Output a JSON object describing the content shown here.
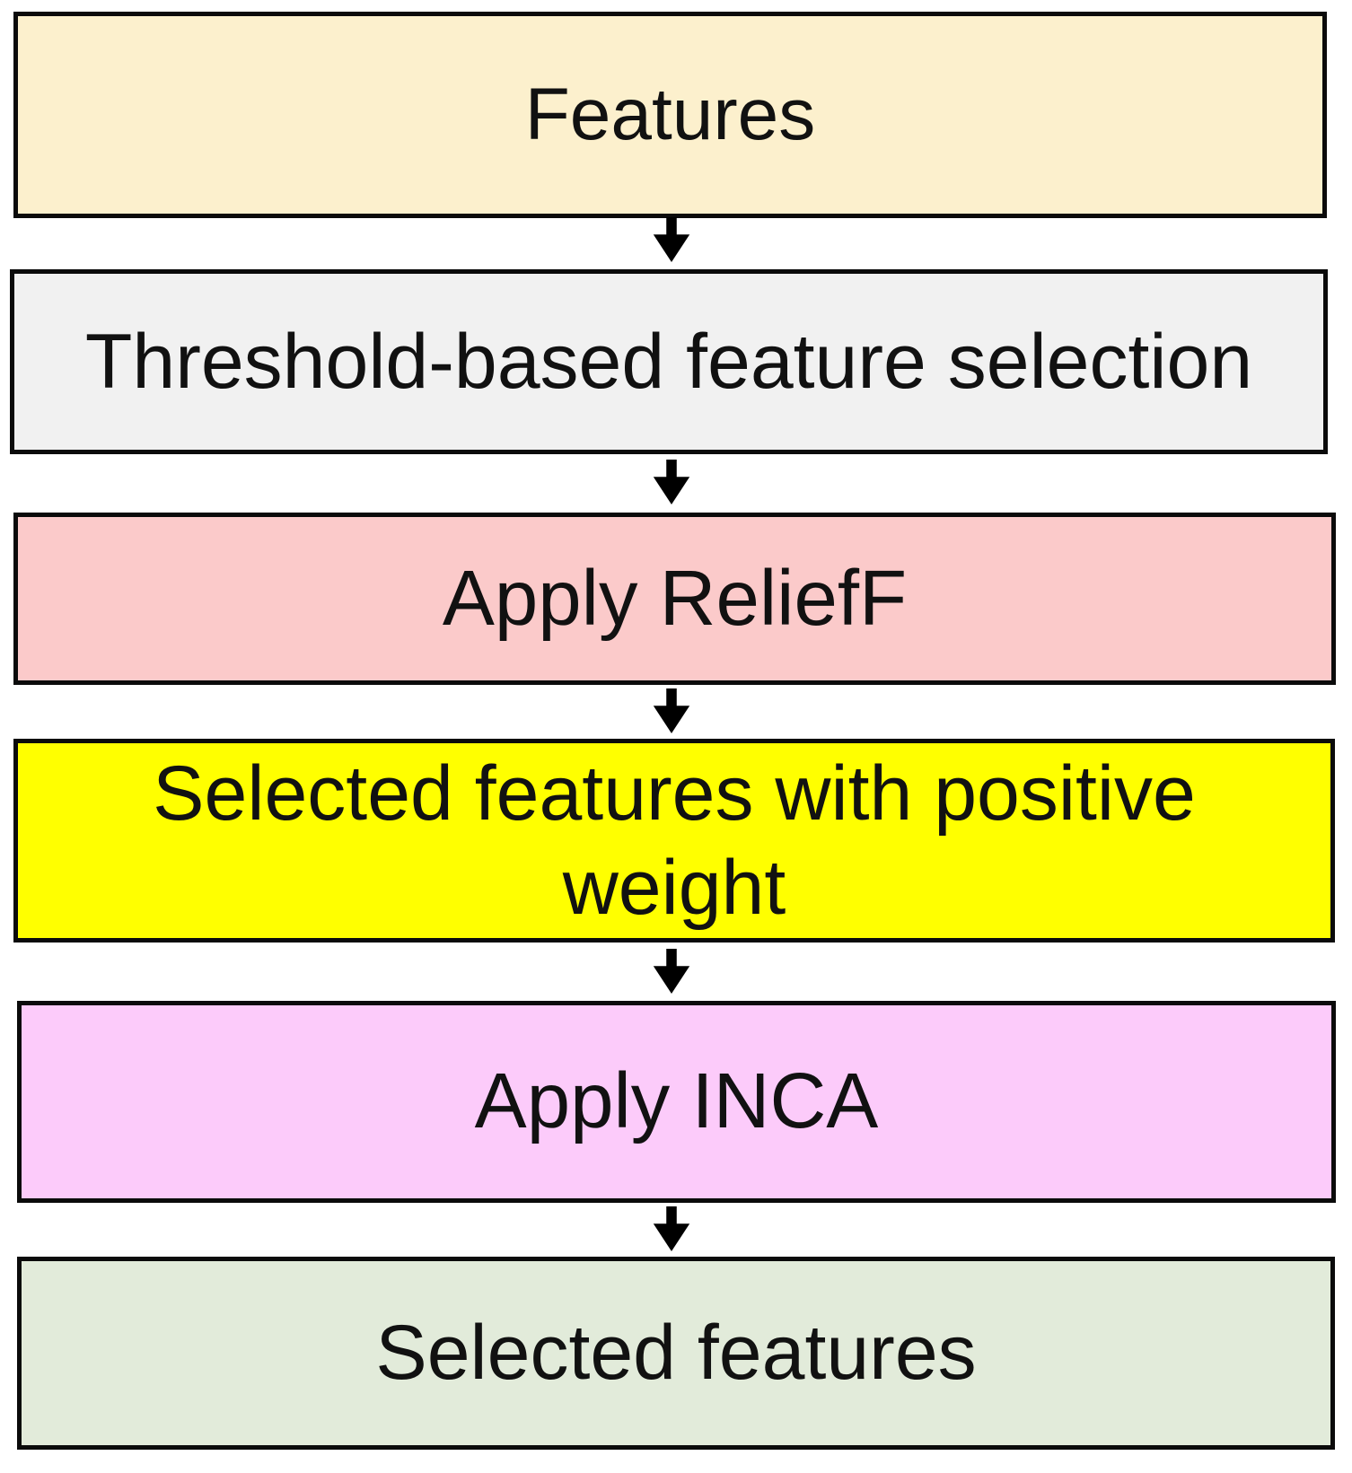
{
  "diagram": {
    "background": "#ffffff",
    "border_color": "#0b0b0b",
    "text_color": "#111111",
    "arrow": {
      "icon": "down-arrow-icon",
      "color": "#000000",
      "count": 5
    },
    "boxes": [
      {
        "id": "features",
        "label": "Features",
        "fill": "#fcf0cd"
      },
      {
        "id": "threshold",
        "label": "Threshold-based feature selection",
        "fill": "#f1f1f1"
      },
      {
        "id": "relieff",
        "label": "Apply ReliefF",
        "fill": "#fbcaca"
      },
      {
        "id": "positive-weight",
        "label": "Selected features with positive\nweight",
        "fill": "#ffff00"
      },
      {
        "id": "inca",
        "label": "Apply INCA",
        "fill": "#fccbfa"
      },
      {
        "id": "selected-features",
        "label": "Selected features",
        "fill": "#e2ebda"
      }
    ]
  }
}
